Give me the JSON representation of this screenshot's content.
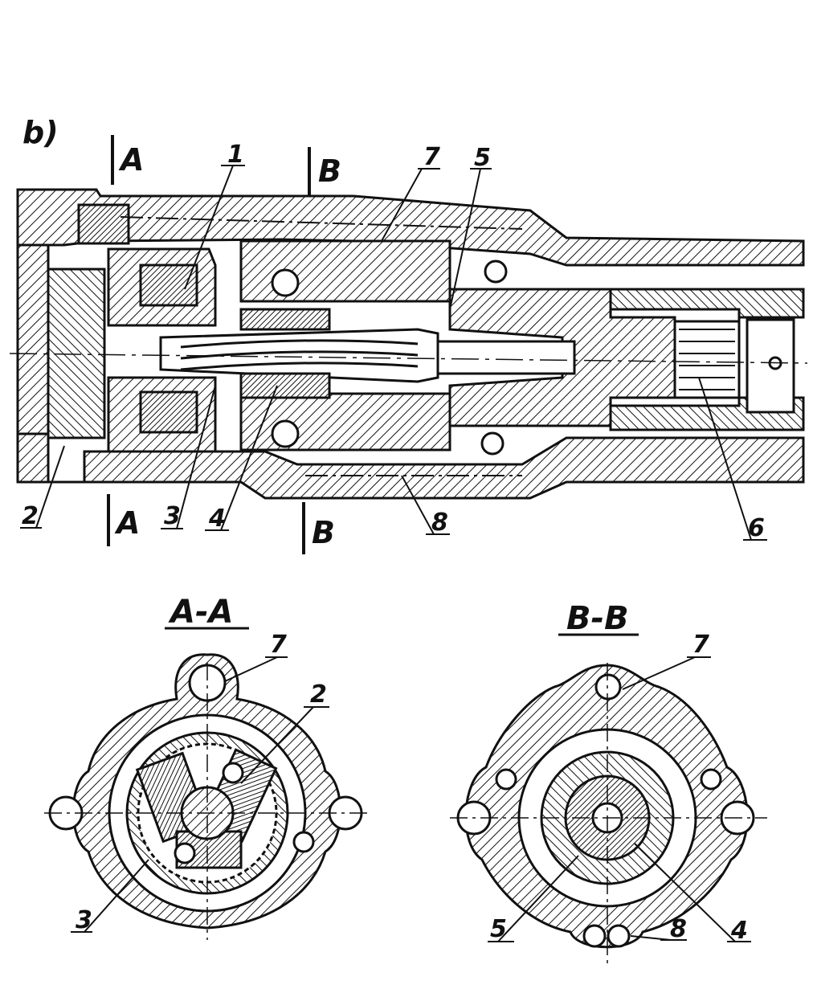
{
  "figure": {
    "panel_letter": "b)"
  },
  "section_marks": {
    "a": "A",
    "b": "B"
  },
  "main_view": {
    "callouts": {
      "c1": "1",
      "c2": "2",
      "c3": "3",
      "c4": "4",
      "c5": "5",
      "c6": "6",
      "c7": "7",
      "c8": "8"
    }
  },
  "section_aa": {
    "title": "A-A",
    "callouts": {
      "c7": "7",
      "c2": "2",
      "c3": "3"
    }
  },
  "section_bb": {
    "title": "B-B",
    "callouts": {
      "c7": "7",
      "c5": "5",
      "c8": "8",
      "c4": "4"
    }
  },
  "colors": {
    "ink": "#111111",
    "paper": "#ffffff"
  }
}
